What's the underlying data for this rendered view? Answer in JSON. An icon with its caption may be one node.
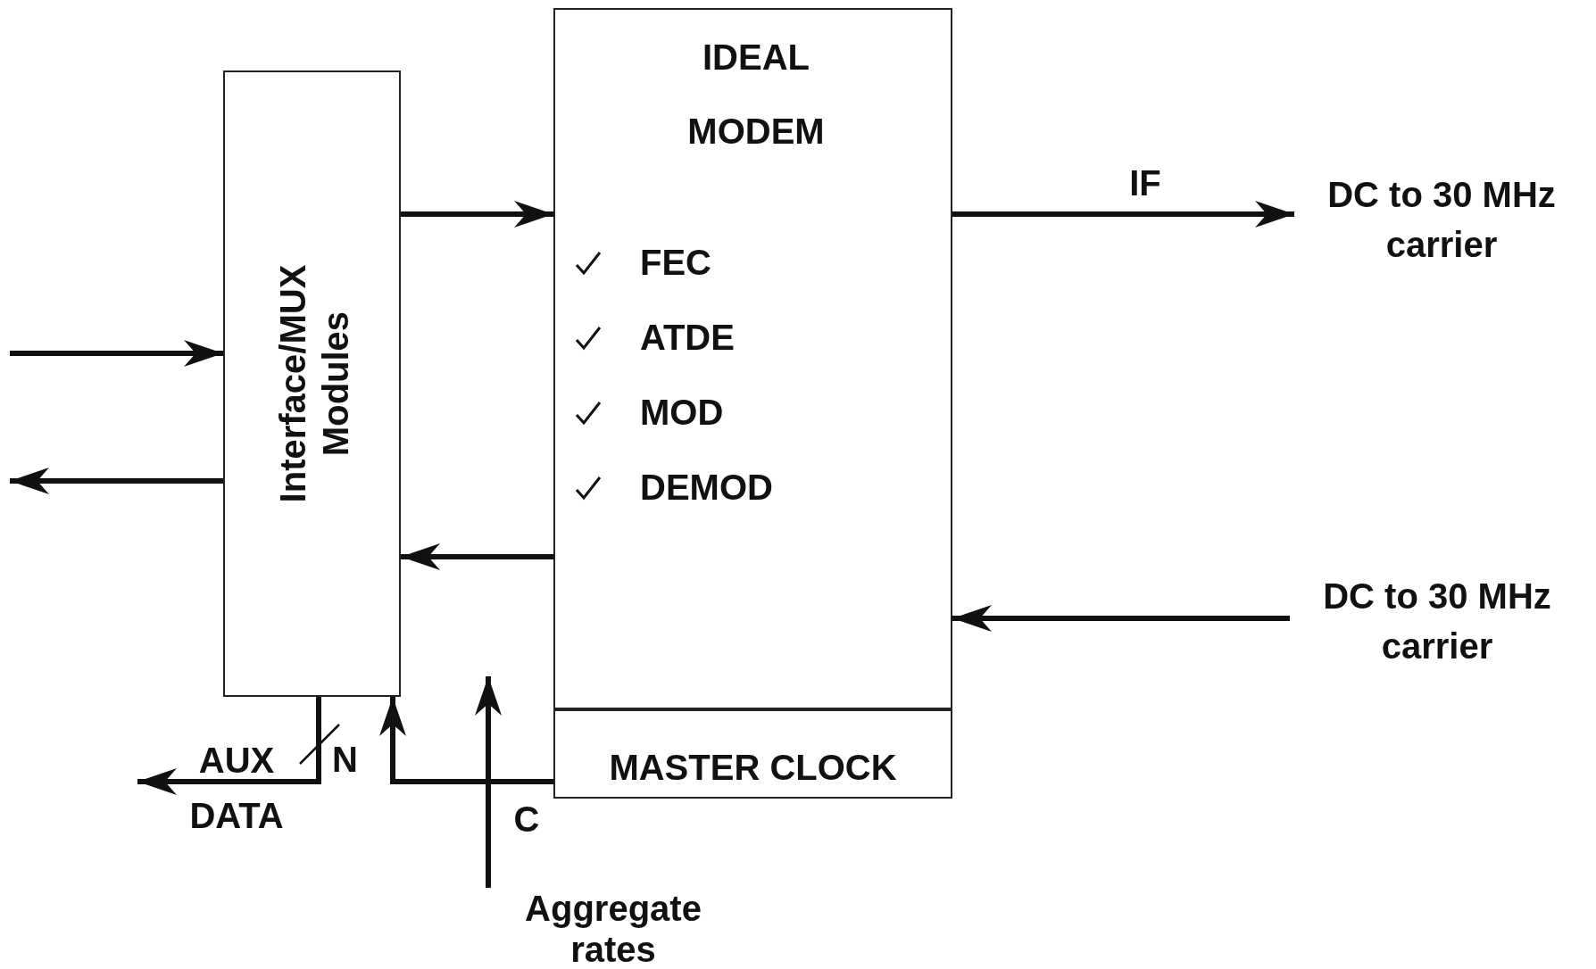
{
  "diagram": {
    "nodes": [
      {
        "text": [
          "Interface/MUX Modules"
        ]
      },
      {
        "text": [
          "IDEAL MODEM",
          "FEC",
          "ATDE",
          "MOD",
          "DEMOD"
        ]
      },
      {
        "text": [
          "MASTER CLOCK"
        ]
      },
      {
        "text": [
          "DC to 30 MHz carrier"
        ]
      },
      {
        "text": [
          "DC to 30 MHz carrier"
        ]
      },
      {
        "text": [
          "Aggregate rates"
        ]
      }
    ],
    "edges": [
      {
        "from": null,
        "to": 0,
        "arrow": "to"
      },
      {
        "from": 0,
        "to": null,
        "arrow": "to"
      },
      {
        "from": 0,
        "to": 1,
        "arrow": "to"
      },
      {
        "from": 1,
        "to": 0,
        "arrow": "to"
      },
      {
        "from": 1,
        "to": 3,
        "arrow": "to",
        "label": "IF"
      },
      {
        "from": 4,
        "to": 1,
        "arrow": "to"
      },
      {
        "from": 0,
        "to": null,
        "arrow": "to",
        "label": "AUX DATA"
      },
      {
        "from": 2,
        "to": 0,
        "arrow": "to"
      },
      {
        "from": 5,
        "to": null,
        "arrow": "to",
        "label": "C"
      }
    ],
    "labels": [
      "N"
    ]
  }
}
